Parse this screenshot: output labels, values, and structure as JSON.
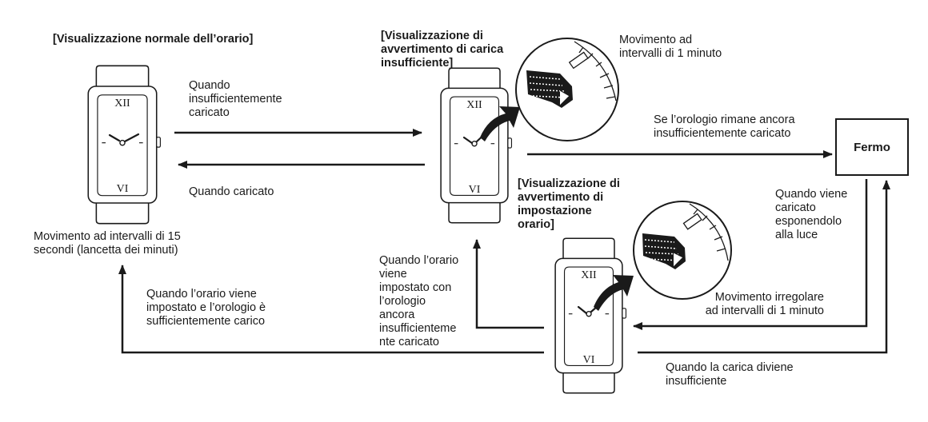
{
  "titles": {
    "normal": "[Visualizzazione normale dell’orario]",
    "low_charge": "[Visualizzazione di\navvertimento di carica\ninsufficiente]",
    "time_setting": "[Visualizzazione di\navvertimento di\nimpostazione\norario]"
  },
  "labels": {
    "move_1min": "Movimento ad\nintervalli di 1 minuto",
    "when_insufficient": "Quando\ninsufficientemente\ncaricato",
    "when_charged": "Quando caricato",
    "remains_insufficient": "Se l’orologio rimane ancora\ninsufficientemente caricato",
    "stop": "Fermo",
    "charged_by_light": "Quando viene\ncaricato\nesponendolo\nalla luce",
    "move_15s": "Movimento ad intervalli di 15\nsecondi (lancetta dei minuti)",
    "time_set_still_low": "Quando l’orario\nviene\nimpostato con\nl’orologio\nancora\ninsufficienteme\nnte caricato",
    "time_set_sufficient": "Quando l’orario viene\nimpostato e l’orologio è\nsufficientemente carico",
    "irregular_move": "Movimento irregolare\nad intervalli di 1 minuto",
    "charge_insufficient": "Quando la carica diviene\ninsufficiente"
  },
  "dial": {
    "top": "XII",
    "bottom": "VI"
  }
}
